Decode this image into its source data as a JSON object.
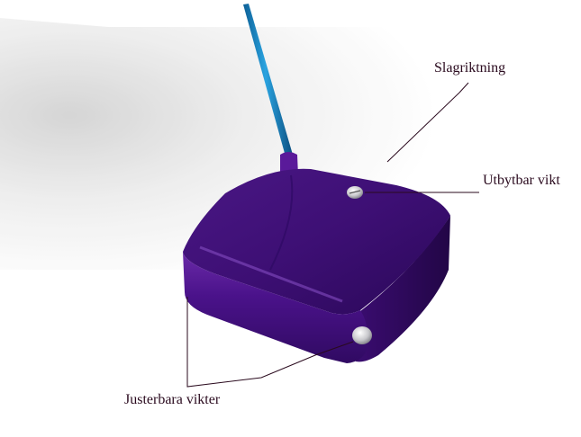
{
  "labels": {
    "strike_direction": "Slagriktning",
    "replaceable_weight": "Utbytbar vikt",
    "adjustable_weights": "Justerbara vikter"
  },
  "colors": {
    "body": "#3a0d6e",
    "body_highlight": "#6a2aa8",
    "shaft": "#1a86c4",
    "leader_line": "#2a0a1e",
    "background": "#ffffff"
  }
}
